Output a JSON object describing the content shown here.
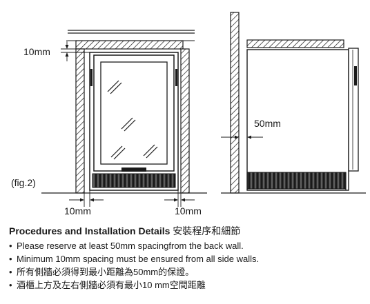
{
  "diagram": {
    "labels": {
      "top_gap": "10mm",
      "back_gap": "50mm",
      "fig": "(fig.2)",
      "left_gap": "10mm",
      "right_gap": "10mm"
    }
  },
  "instructions": {
    "title": "Procedures and Installation Details",
    "title_zh": "安裝程序和細節",
    "bullets": [
      "Please reserve at least 50mm spacingfrom the back wall.",
      "Minimum 10mm spacing must be ensured from all side walls.",
      "所有側牆必須得到最小距離為50mm的保證。",
      "酒櫃上方及左右側牆必須有最小10 mm空間距離"
    ]
  }
}
